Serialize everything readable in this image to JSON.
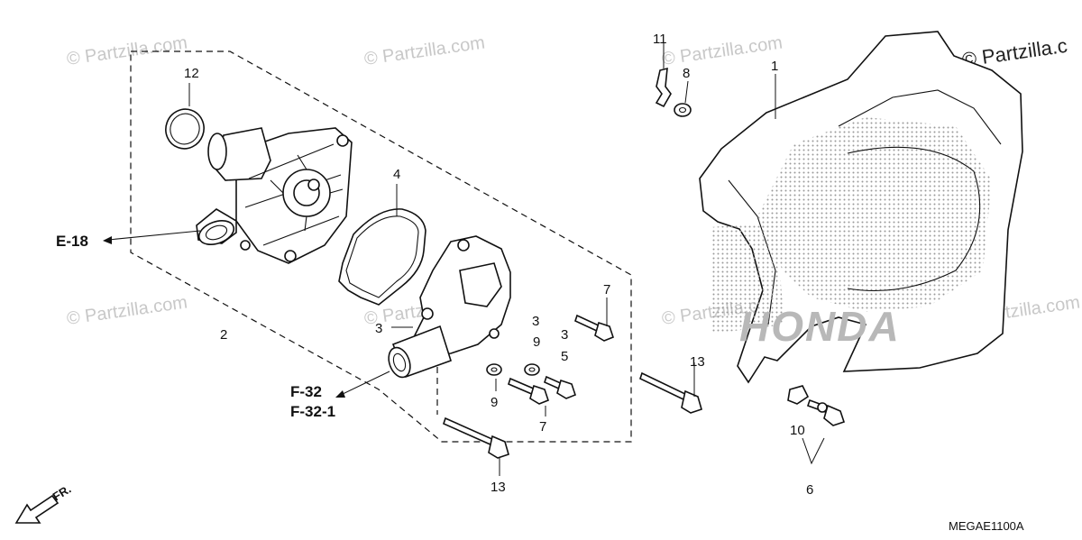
{
  "diagram": {
    "diagram_code": "MEGAE1100A",
    "direction_label": "FR.",
    "watermark_text": "© Partzilla.com",
    "watermark_corner_text": "© Partzilla.c",
    "cover_logo_text": "HONDA",
    "references": [
      "E-18",
      "F-32",
      "F-32-1"
    ],
    "callouts": {
      "c1": "1",
      "c2": "2",
      "c3a": "3",
      "c3b": "3",
      "c3c": "3",
      "c4": "4",
      "c5": "5",
      "c6": "6",
      "c7a": "7",
      "c7b": "7",
      "c8": "8",
      "c9a": "9",
      "c9b": "9",
      "c10": "10",
      "c11": "11",
      "c12": "12",
      "c13a": "13",
      "c13b": "13"
    }
  },
  "colors": {
    "line": "#111111",
    "watermark": "#c8c8c8",
    "background": "#ffffff"
  }
}
